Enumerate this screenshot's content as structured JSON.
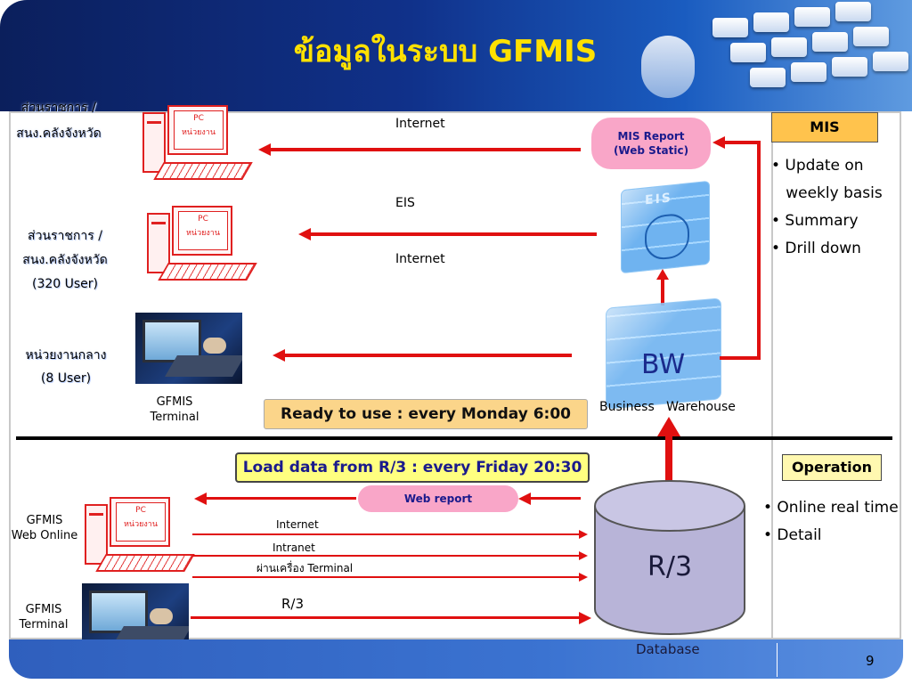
{
  "title": "ข้อมูลในระบบ GFMIS",
  "page_number": "9",
  "top_row": {
    "org_label_partial": "ส่วนราชการ /",
    "org_label_line2": "สนง.คลังจังหวัด",
    "pc_label": "PC",
    "pc_unit": "หน่วยงาน",
    "channel": "Internet"
  },
  "mis_report": {
    "line1": "MIS Report",
    "line2": "(Web Static)"
  },
  "eis_row": {
    "org_line1": "ส่วนราชการ /",
    "org_line2": "สนง.คลังจังหวัด",
    "org_line3": "(320 User)",
    "pc_label": "PC",
    "pc_unit": "หน่วยงาน",
    "channel_top": "EIS",
    "channel_bottom": "Internet",
    "cube_label": "EIS"
  },
  "central_row": {
    "line1": "หน่วยงานกลาง",
    "line2": "(8 User)",
    "terminal_line1": "GFMIS",
    "terminal_line2": "Terminal"
  },
  "bw": {
    "label": "BW",
    "caption": "Business   Warehouse"
  },
  "ready_banner": "Ready to use : every Monday 6:00",
  "mis_panel": {
    "title": "MIS",
    "bullets": [
      "• Update on",
      "   weekly basis",
      "• Summary",
      "• Drill down"
    ]
  },
  "load_banner": "Load data from R/3 : every Friday  20:30",
  "web_report": "Web report",
  "web_online": {
    "line1": "GFMIS",
    "line2": "Web Online",
    "pc_label": "PC",
    "pc_unit": "หน่วยงาน"
  },
  "channels": {
    "internet": "Internet",
    "intranet": "Intranet",
    "terminal": "ผ่านเครื่อง Terminal",
    "r3": "R/3"
  },
  "terminal_bottom": {
    "line1": "GFMIS",
    "line2": "Terminal"
  },
  "r3_db": {
    "label": "R/3",
    "caption": "Database"
  },
  "operation_panel": {
    "title": "Operation",
    "bullets": [
      "• Online real time",
      "• Detail"
    ]
  },
  "colors": {
    "arrow": "#e01010",
    "title": "#ffe100",
    "pill": "#f9a6c8",
    "db": "#b8b4d8"
  }
}
